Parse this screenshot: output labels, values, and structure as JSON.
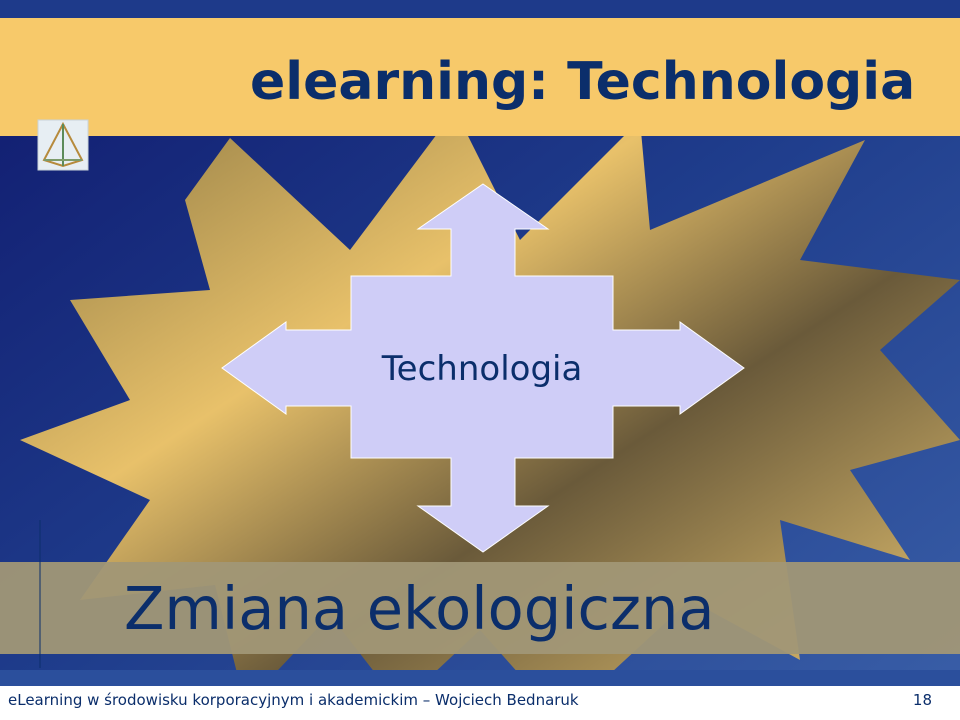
{
  "slide": {
    "title": "elearning: Technologia",
    "center_label": "Technologia",
    "subtitle": "Zmiana ekologiczna",
    "footer": "eLearning w środowisku korporacyjnym i akademickim – Wojciech Bednaruk",
    "page_number": "18"
  },
  "icons": {
    "logo": "pyramid-logo-icon",
    "arrows": "four-way-arrow-icon",
    "burst": "starburst-shape"
  },
  "colors": {
    "title_text": "#0b2e6b",
    "header_band": "#f7c96a",
    "background_blue": "#1e3a8a",
    "burst_gold": "#b8914a",
    "arrow_fill": "#cfcdf7",
    "subtitle_band": "#a19776"
  }
}
